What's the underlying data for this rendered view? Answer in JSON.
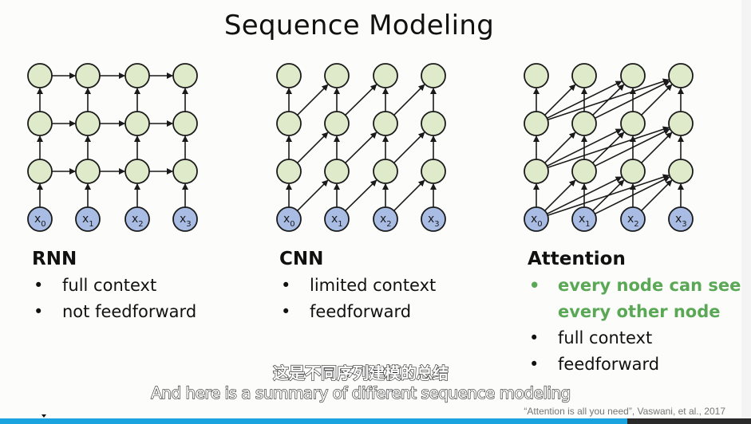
{
  "slide": {
    "title": "Sequence Modeling",
    "citation": "“Attention is all you need”, Vaswani, et al., 2017",
    "colors": {
      "hidden_node_fill": "#dfeacb",
      "input_node_fill": "#a9bde4",
      "node_stroke": "#1a1a1a",
      "highlight_text": "#5aa855"
    },
    "input_labels": [
      {
        "base": "x",
        "sub": "0"
      },
      {
        "base": "x",
        "sub": "1"
      },
      {
        "base": "x",
        "sub": "2"
      },
      {
        "base": "x",
        "sub": "3"
      }
    ],
    "models": [
      {
        "name": "RNN",
        "connectivity": "recurrent",
        "bullets": [
          {
            "text": "full context",
            "highlight": false
          },
          {
            "text": "not feedforward",
            "highlight": false
          }
        ]
      },
      {
        "name": "CNN",
        "connectivity": "convolutional",
        "bullets": [
          {
            "text": "limited context",
            "highlight": false
          },
          {
            "text": "feedforward",
            "highlight": false
          }
        ]
      },
      {
        "name": "Attention",
        "connectivity": "attention",
        "bullets": [
          {
            "text": "every node can see",
            "highlight": true
          },
          {
            "text": "every other node",
            "highlight": true,
            "continuation": true
          },
          {
            "text": "full context",
            "highlight": false
          },
          {
            "text": "feedforward",
            "highlight": false
          }
        ]
      }
    ]
  },
  "subtitles": {
    "chinese": "这是不同序列建模的总结",
    "english": "And here is a summary of different sequence modeling"
  },
  "player": {
    "progress_fraction": 0.835,
    "progress_color": "#1aa3de"
  }
}
